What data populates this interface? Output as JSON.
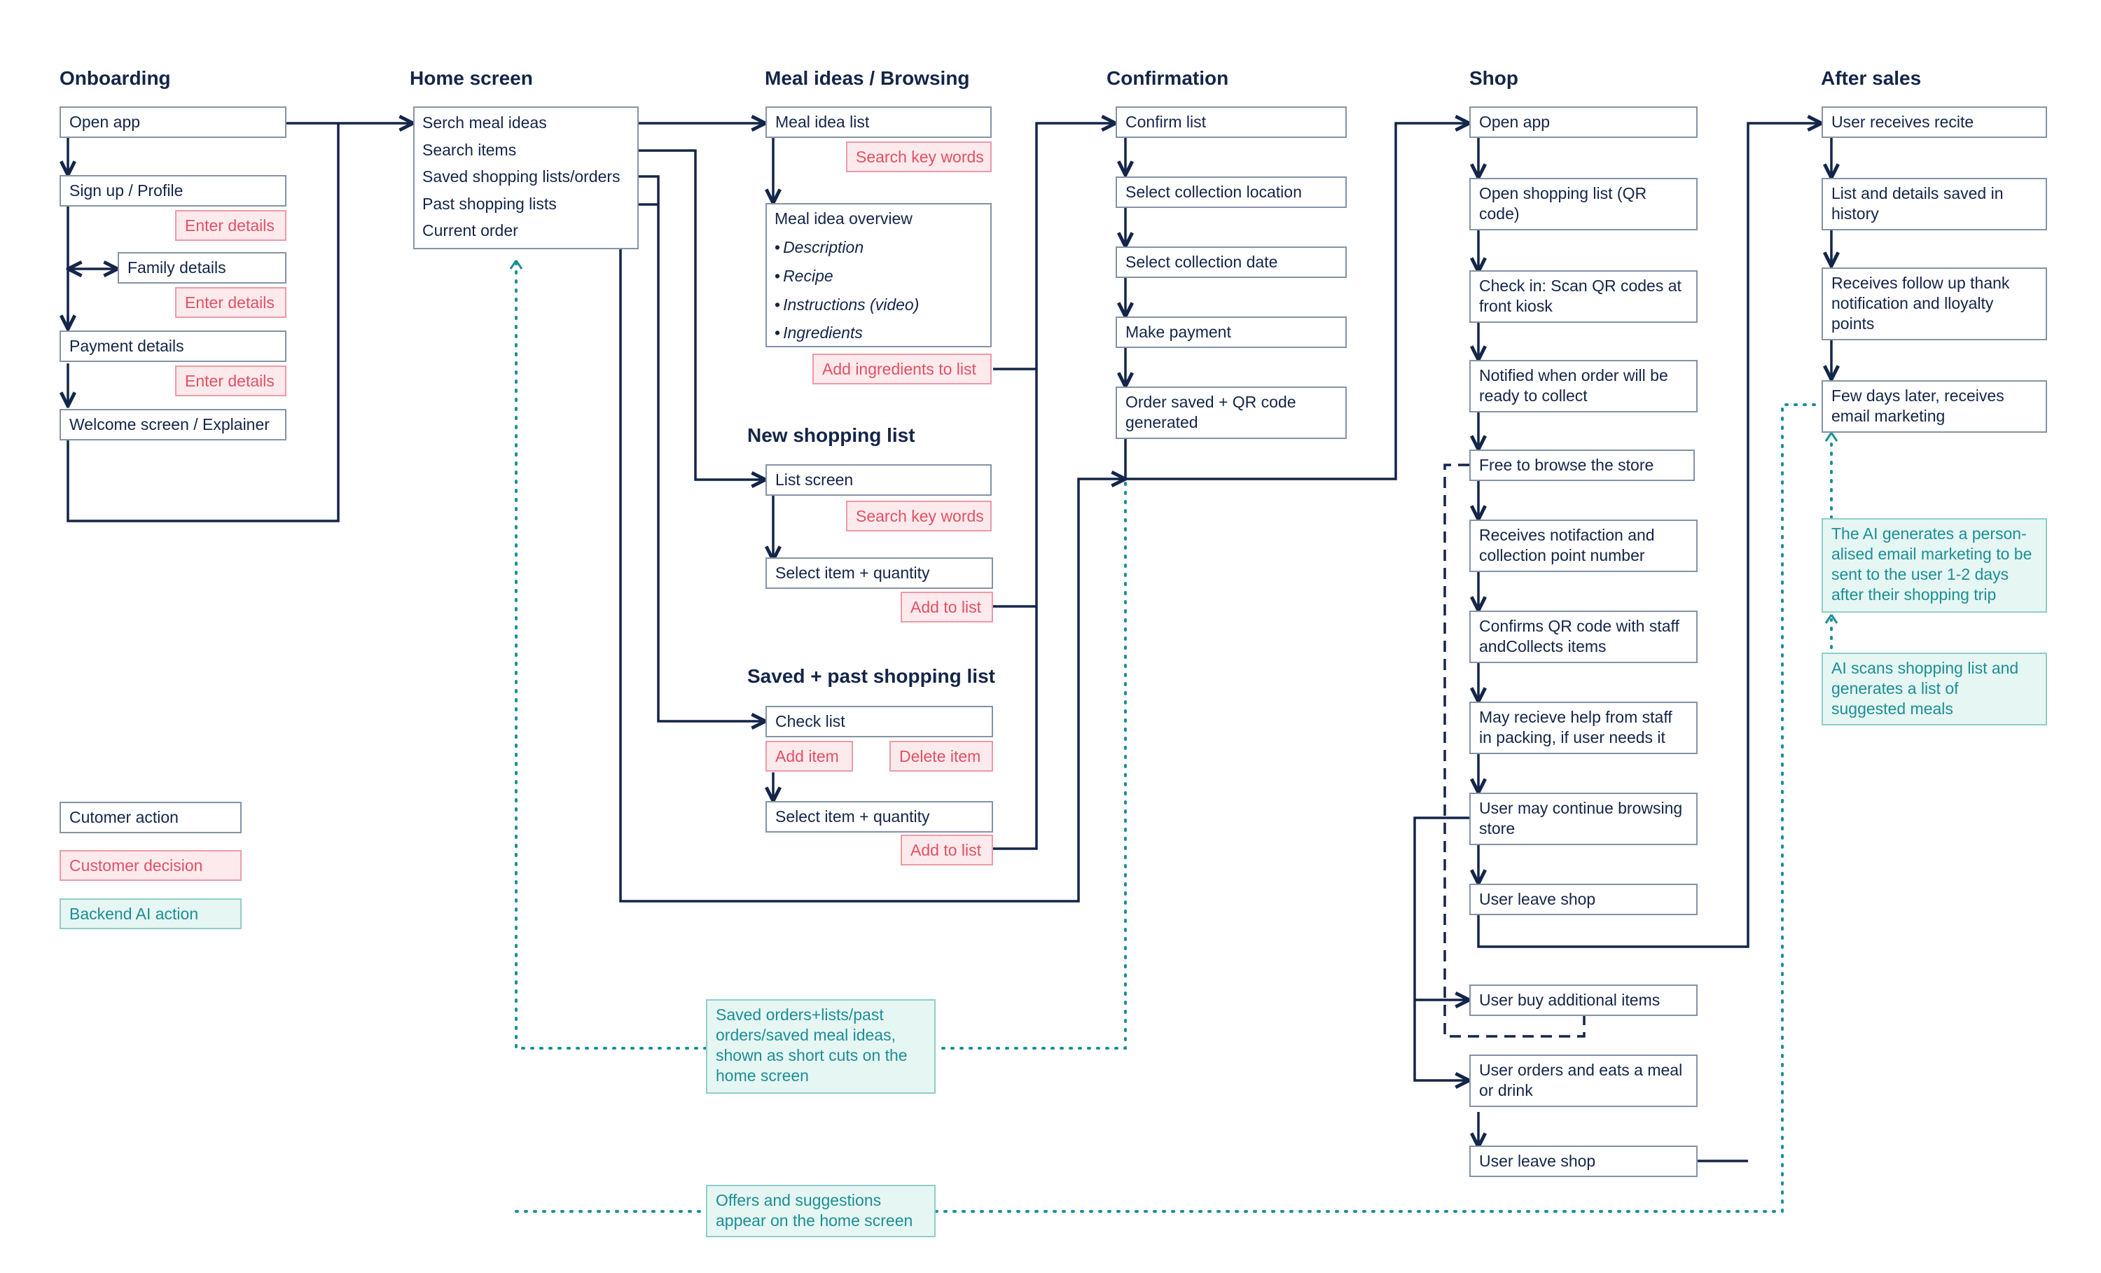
{
  "headers": {
    "onboarding": "Onboarding",
    "home": "Home screen",
    "meal": "Meal ideas / Browsing",
    "confirmation": "Confirmation",
    "shop": "Shop",
    "after_sales": "After sales",
    "new_list": "New shopping list",
    "saved_list": "Saved + past shopping list"
  },
  "onboarding": {
    "open_app": "Open app",
    "signup": "Sign up / Profile",
    "enter_details_1": "Enter details",
    "family": "Family details",
    "enter_details_2": "Enter details",
    "payment": "Payment details",
    "enter_details_3": "Enter details",
    "welcome": "Welcome screen / Explainer"
  },
  "home": {
    "search_meal": "Serch meal ideas",
    "search_items": "Search items",
    "saved_lists": "Saved shopping lists/orders",
    "past_lists": "Past shopping lists",
    "current_order": "Current order"
  },
  "meal": {
    "meal_list": "Meal idea list",
    "search_kw": "Search key words",
    "overview": "Meal idea overview",
    "description": "Description",
    "recipe": "Recipe",
    "instructions": "Instructions (video)",
    "ingredients": "Ingredients",
    "add_ingredients": "Add ingredients to list"
  },
  "new_list": {
    "list_screen": "List screen",
    "search_kw": "Search key words",
    "select_item": "Select item + quantity",
    "add_to_list": "Add to list"
  },
  "saved_list": {
    "check_list": "Check list",
    "add_item": "Add item",
    "delete_item": "Delete item",
    "select_item": "Select item + quantity",
    "add_to_list": "Add to list"
  },
  "confirmation": {
    "confirm_list": "Confirm list",
    "location": "Select collection location",
    "date": "Select collection date",
    "payment": "Make payment",
    "saved": "Order saved + QR code generated"
  },
  "shop": {
    "open_app": "Open app",
    "open_list": "Open shopping list (QR code)",
    "check_in": "Check in: Scan QR codes at front kiosk",
    "notified": "Notified when order will be ready to collect",
    "browse": "Free to browse the store",
    "notification": "Receives notifaction and collection point number",
    "confirms": "Confirms QR code with staff andCollects items",
    "help": "May recieve help from staff in packing, if user needs it",
    "continue": "User may continue browsing store",
    "leave_1": "User leave shop",
    "buy_more": "User buy additional items",
    "meal_drink": "User orders and eats a meal or drink",
    "leave_2": "User leave shop"
  },
  "after": {
    "receipt": "User receives recite",
    "history": "List and details saved in history",
    "follow_up": "Receives follow up thank notification and lloyalty points",
    "marketing": "Few days later, receives email marketing",
    "ai_email": "The AI generates a person-alised email marketing to be sent to the user  1-2 days after their shopping trip",
    "ai_scan": "AI scans shopping list and generates a list of suggested meals"
  },
  "backend": {
    "shortcuts": "Saved orders+lists/past orders/saved meal ideas, shown as short cuts on the home screen",
    "offers": "Offers and suggestions appear on the home screen"
  },
  "legend": {
    "customer_action": "Cutomer action",
    "customer_decision": "Customer decision",
    "backend_ai": "Backend AI action"
  },
  "colors": {
    "line": "#14254a",
    "action_border": "#8593a6",
    "decision": "#e35063",
    "decision_fill": "#fdeaed",
    "ai": "#1b8f96",
    "ai_fill": "#e6f6f3",
    "dotted": "#1b8f96"
  }
}
